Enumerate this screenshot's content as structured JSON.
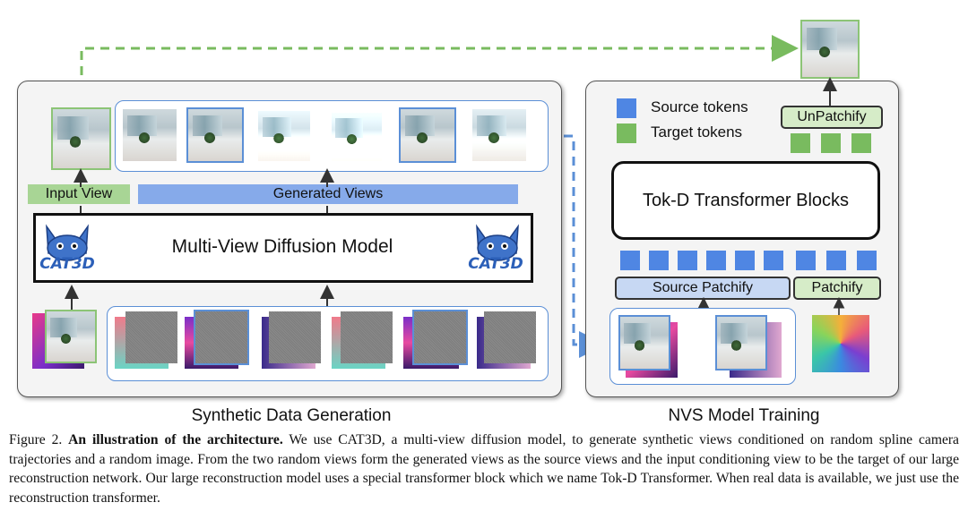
{
  "left_panel": {
    "title": "Synthetic Data Generation",
    "input_view_label": "Input View",
    "generated_views_label": "Generated Views",
    "model_label": "Multi-View Diffusion Model",
    "logo_text": "CAT3D"
  },
  "right_panel": {
    "title": "NVS Model Training",
    "legend": [
      {
        "label": "Source tokens",
        "color": "#4f86e3"
      },
      {
        "label": "Target tokens",
        "color": "#79bb5f"
      }
    ],
    "unpatchify_label": "UnPatchify",
    "transformer_label": "Tok-D Transformer Blocks",
    "source_patchify_label": "Source Patchify",
    "patchify_label": "Patchify"
  },
  "caption": {
    "figure_num": "Figure 2.",
    "bold": "An illustration of the architecture.",
    "text": "We use CAT3D, a multi-view diffusion model, to generate synthetic views conditioned on random spline camera trajectories and a random image. From the two random views form the generated views as the source views and the input conditioning view to be the target of our large reconstruction network. Our large reconstruction model uses a special transformer block which we name Tok-D Transformer. When real data is available, we just use the reconstruction transformer."
  },
  "colors": {
    "source": "#4f86e3",
    "target": "#79bb5f",
    "label_green": "#a8d595",
    "label_blue": "#86aaea"
  }
}
